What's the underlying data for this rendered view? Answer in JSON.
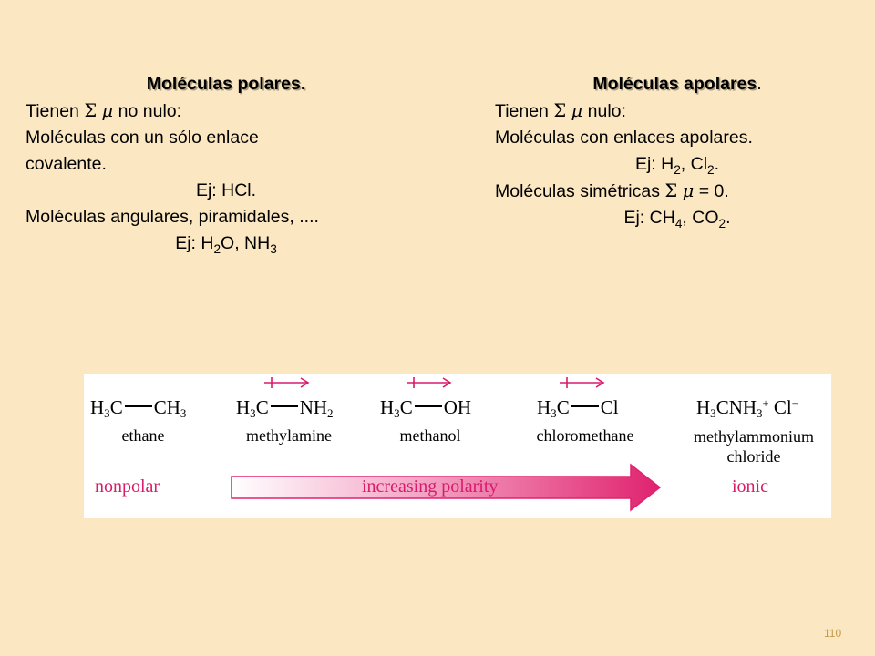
{
  "left": {
    "heading": "Moléculas polares.",
    "l1_a": "Tienen ",
    "l1_sigma": "Σ",
    "l1_mu": "μ",
    "l1_b": " no nulo:",
    "l2": "Moléculas con un sólo enlace",
    "l3": "covalente.",
    "l4": "Ej: HCl.",
    "l5": "Moléculas angulares, piramidales, ....",
    "l6_a": "Ej: H",
    "l6_sub1": "2",
    "l6_b": "O, NH",
    "l6_sub2": "3"
  },
  "right": {
    "heading": "Moléculas apolares",
    "heading_dot": ".",
    "l1_a": "Tienen ",
    "l1_sigma": "Σ",
    "l1_mu": "μ",
    "l1_b": " nulo:",
    "l2": "Moléculas con enlaces apolares.",
    "l3_a": "Ej: H",
    "l3_sub1": "2",
    "l3_b": ", Cl",
    "l3_sub2": "2",
    "l3_c": ".",
    "l4_a": "Moléculas simétricas ",
    "l4_sigma": "Σ",
    "l4_mu": "μ",
    "l4_b": " = 0.",
    "l5_a": "Ej: CH",
    "l5_sub1": "4",
    "l5_b": ", CO",
    "l5_sub2": "2",
    "l5_c": "."
  },
  "figure": {
    "m1": {
      "a": "H",
      "s1": "3",
      "b": "C",
      "c": "CH",
      "s2": "3",
      "name": "ethane"
    },
    "m2": {
      "a": "H",
      "s1": "3",
      "b": "C",
      "c": "NH",
      "s2": "2",
      "name": "methylamine"
    },
    "m3": {
      "a": "H",
      "s1": "3",
      "b": "C",
      "c": "OH",
      "name": "methanol"
    },
    "m4": {
      "a": "H",
      "s1": "3",
      "b": "C",
      "c": "Cl",
      "name": "chloromethane"
    },
    "m5": {
      "a": "H",
      "s1": "3",
      "b": "CNH",
      "s2": "3",
      "sup": "+",
      "c": " Cl",
      "sup2": "−",
      "name1": "methylammonium",
      "name2": "chloride"
    },
    "nonpolar": "nonpolar",
    "arrow_label": "increasing polarity",
    "ionic": "ionic",
    "accent": "#e0226e"
  },
  "page_number": "110"
}
